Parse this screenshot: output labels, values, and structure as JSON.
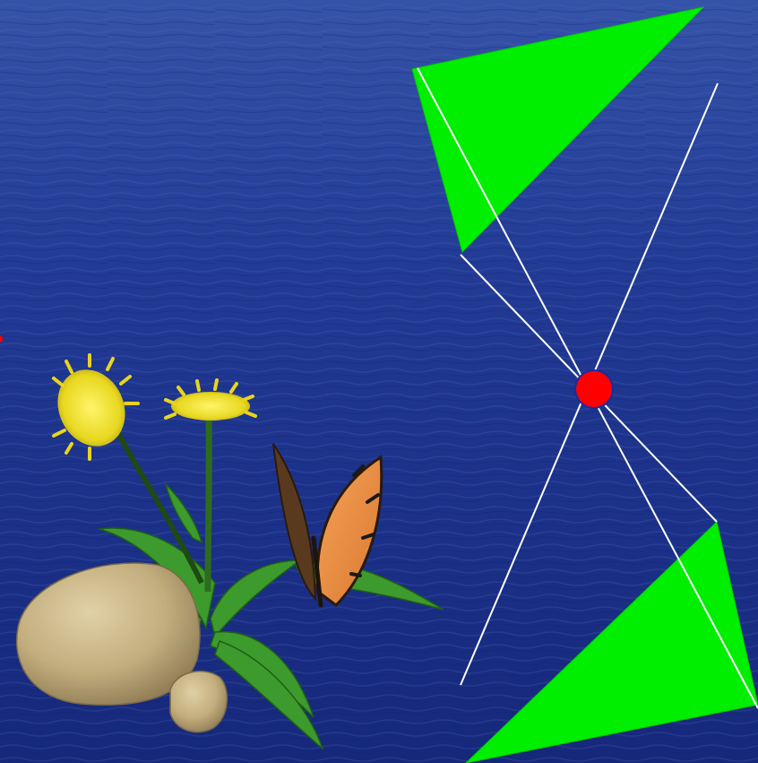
{
  "scene": {
    "background": "ocean-water-texture",
    "colors": {
      "water_light": "#3553a8",
      "water_dark": "#16287a",
      "triangle_fill": "#00ee00",
      "line_color": "#ffffff",
      "center_point_fill": "#ff0000",
      "center_point_stroke": "#1a2aa0",
      "edge_marker": "#ff0000"
    },
    "elements": [
      "upper-green-triangle",
      "lower-green-triangle",
      "crossing-white-lines",
      "red-intersection-point",
      "dandelion-rock-butterfly-clipart"
    ]
  }
}
